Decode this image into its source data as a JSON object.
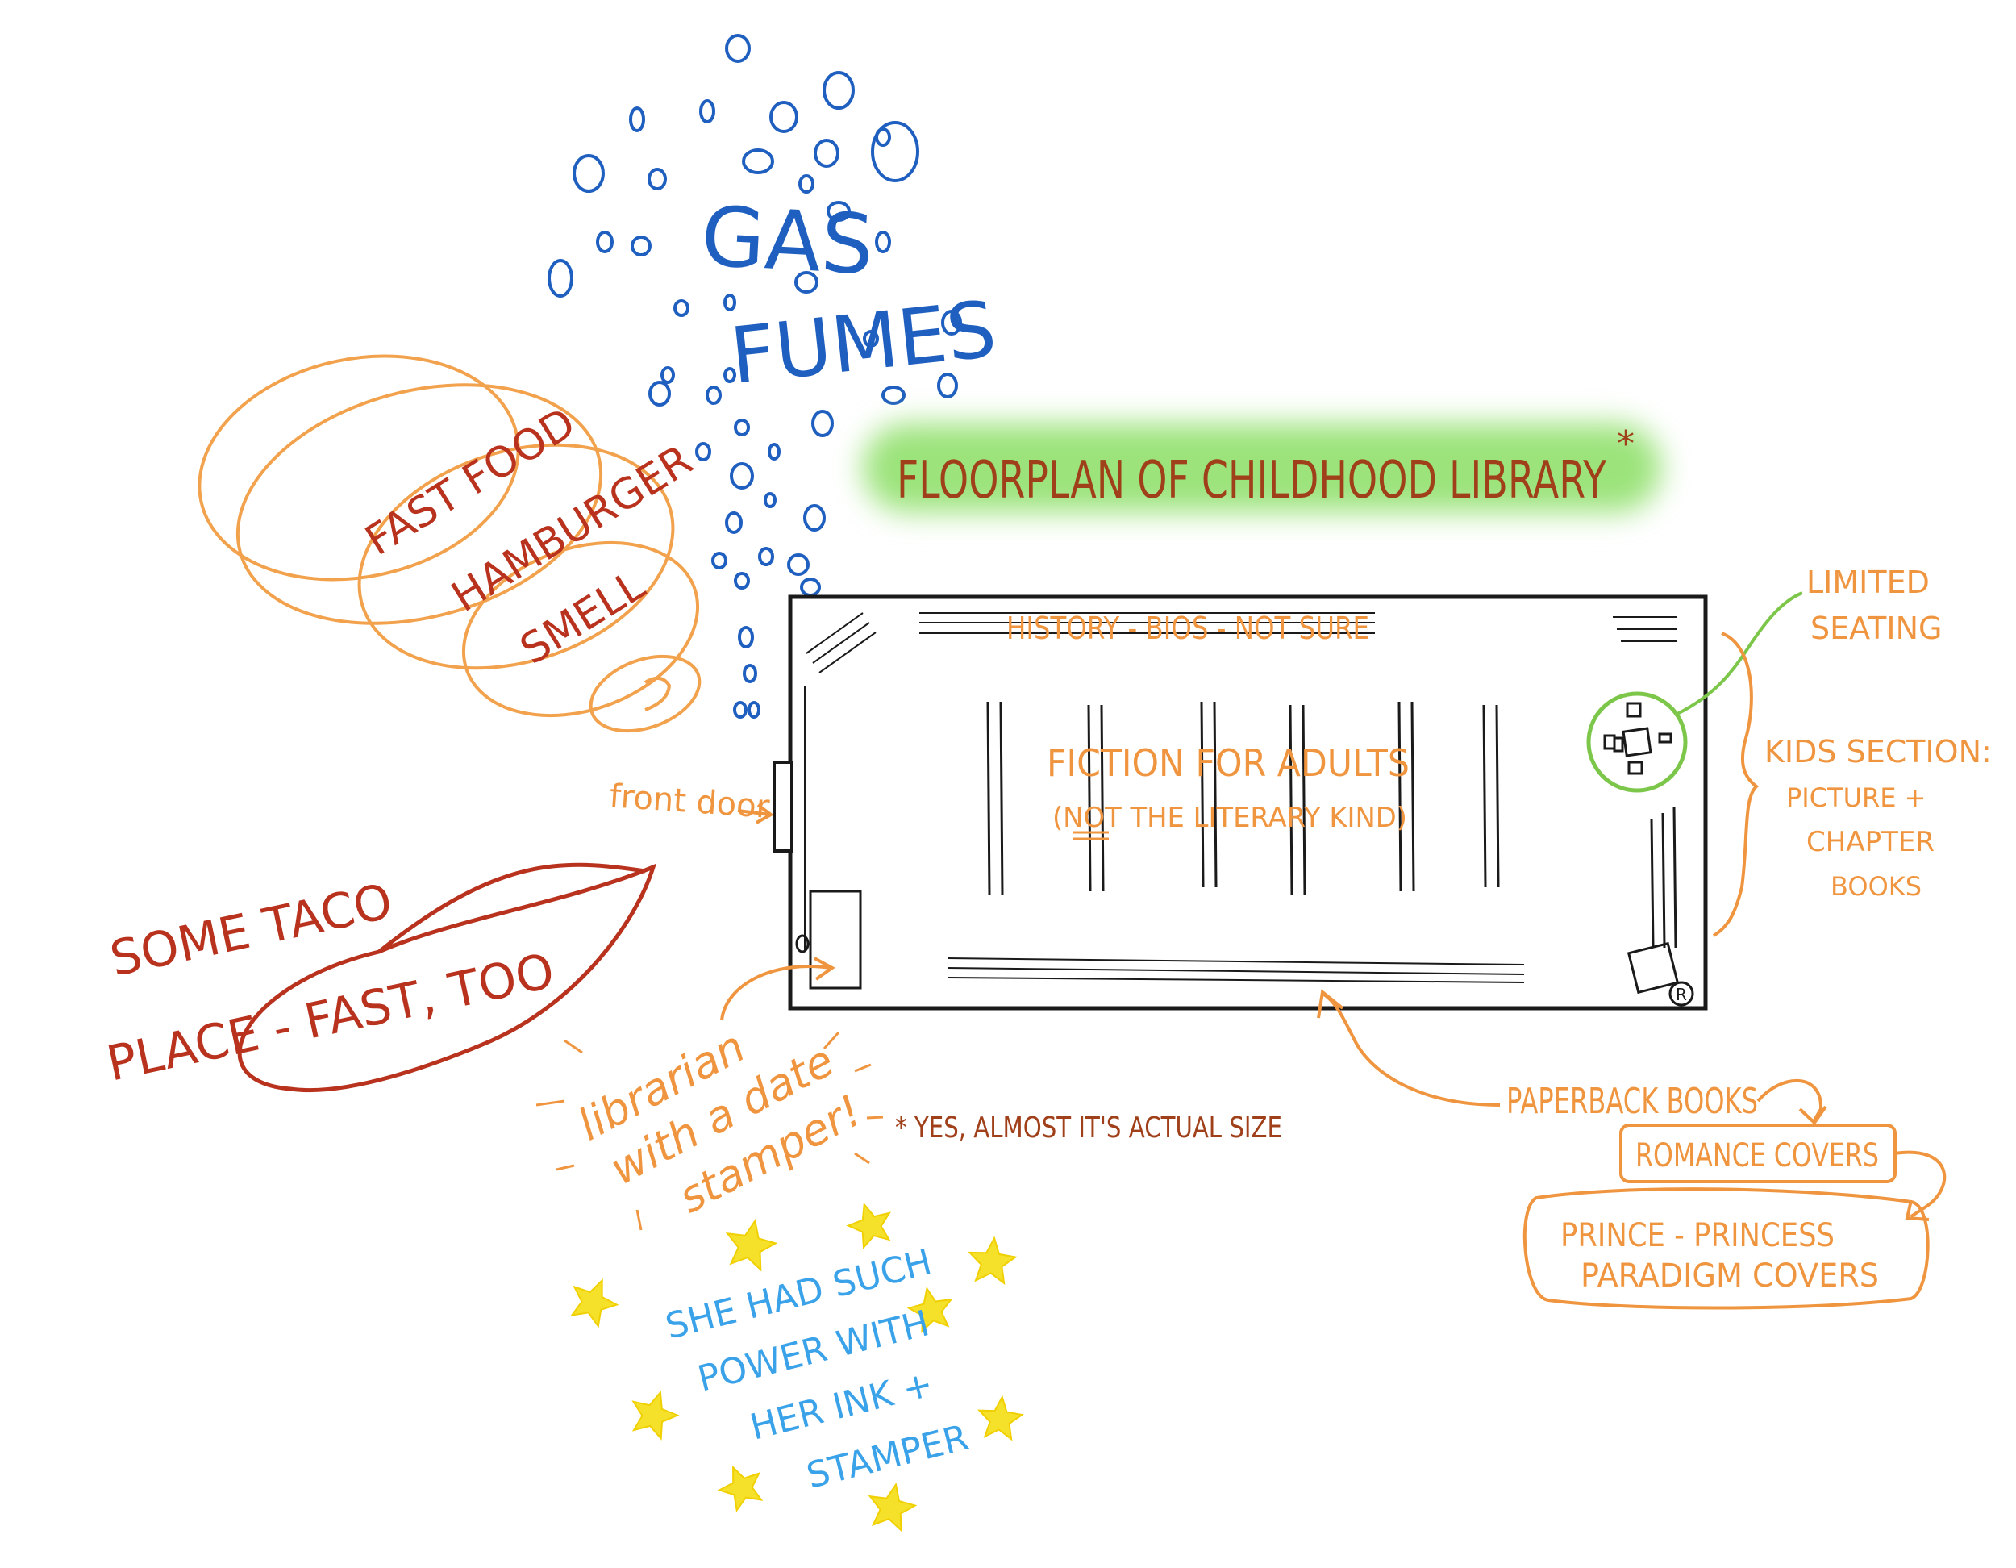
{
  "title": "FLOORPLAN OF CHILDHOOD LIBRARY",
  "title_asterisk": "*",
  "gas": {
    "line1": "GAS",
    "line2": "FUMES"
  },
  "fast_food": {
    "line1": "FAST FOOD",
    "line2": "HAMBURGER",
    "line3": "SMELL"
  },
  "taco": {
    "line1": "SOME TACO",
    "line2": "PLACE - FAST, TOO"
  },
  "floorplan": {
    "history": "HISTORY - BIOS - NOT SURE",
    "fiction_line1": "FICTION FOR ADULTS",
    "fiction_line2": "(NOT THE LITERARY KIND)",
    "front_door": "front door",
    "signature": "R"
  },
  "seating": {
    "line1": "LIMITED",
    "line2": "SEATING"
  },
  "kids": {
    "line1": "KIDS SECTION:",
    "line2": "PICTURE +",
    "line3": "CHAPTER",
    "line4": "BOOKS"
  },
  "librarian": {
    "line1": "librarian",
    "line2": "with a date",
    "line3": "stamper!"
  },
  "footnote": "* YES, ALMOST IT'S ACTUAL SIZE",
  "paperback": {
    "label": "PAPERBACK BOOKS",
    "romance": "ROMANCE COVERS",
    "prince_line1": "PRINCE - PRINCESS",
    "prince_line2": "PARADIGM COVERS"
  },
  "power": {
    "line1": "SHE HAD SUCH",
    "line2": "POWER WITH",
    "line3": "HER INK +",
    "line4": "STAMPER"
  },
  "colors": {
    "blue": "#1f5fbf",
    "red": "#b8321e",
    "orange": "#f0953f",
    "dark_orange": "#c4541d",
    "green_highlight": "#9be37a",
    "green_line": "#7cc64a",
    "sky": "#3aa2e8",
    "star": "#f5e02a",
    "ink": "#1a1a1a"
  }
}
